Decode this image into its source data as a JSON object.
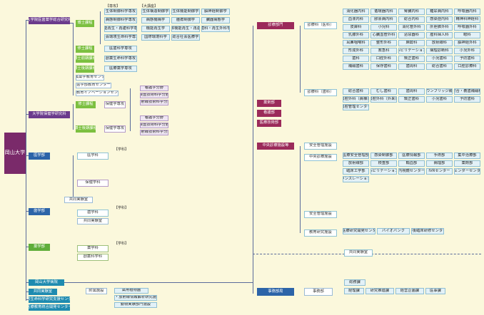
{
  "root": "岡山大学",
  "grad_med": "大学院医歯薬学総合研究科",
  "grad_health": "大学院保健学研究科",
  "med_school": "医学部",
  "dental_school": "歯学部",
  "pharm_school": "薬学部",
  "hospital": "岡山大学病院",
  "joint_lab": "共同実験室",
  "institute": "附属施設",
  "research_center": "自然生命科学研究支援センター",
  "drug_center": "医療教育統合開発センター",
  "label_senkou": "【専攻】",
  "label_daikouza": "【大講座】",
  "label_gakka": "【学科】",
  "doctor_course": "博士課程",
  "master_course": "修士課程",
  "doctor_early": "博士前期課程",
  "doctor_late": "博士後期課程",
  "grad_majors": [
    "生体制御科学専攻",
    "病態制御科学専攻",
    "機能再生・再建科学専攻",
    "社会環境生命科学専攻"
  ],
  "grad_chairs_1": [
    "生体構造制御学",
    "生体機能制御学",
    "脳神経制御学"
  ],
  "grad_chairs_2": [
    "病態機構学",
    "腫瘍制御学",
    "臓器病態学"
  ],
  "grad_chairs_3": [
    "機能再生学",
    "生体機能再生・再建学",
    "歯科・再生外科学"
  ],
  "grad_chairs_4": [
    "国際環境科学",
    "総合社会医療学"
  ],
  "master_major": "医歯科学専攻",
  "pharm_major_early": "創薬生命科学専攻",
  "pharm_major_late": "医療薬学専攻",
  "med_edu_center": "附属薬学教育センター",
  "dental_center": "歯学部教育センター",
  "dental_innovation": "歯学教育イノベーションセンター",
  "health_courses": [
    "看護学分野",
    "検査技術科学分野",
    "放射線技術科学分野",
    "看護学分野",
    "検査技術科学分野",
    "放射線技術科学分野"
  ],
  "health_major": "保健学専攻",
  "med_depts": [
    "医学科",
    "保健学科"
  ],
  "dental_dept": "歯学科",
  "pharm_depts": [
    "薬学科",
    "創薬科学科"
  ],
  "hospital_depts": [
    "診療部門",
    "薬剤部",
    "看護部",
    "医療技術部",
    "中央診療施設等"
  ],
  "clinical_internal": "診療科（医科）",
  "clinical_dental": "診療科（歯科）",
  "safety": "安全管理施設",
  "central_clinic": "中央診療施設",
  "joint_research": "教育研究施設",
  "affiliated": "共同実験室",
  "admin_office": "事務部局",
  "admin": "事務部",
  "general_affairs": "総務課",
  "admin_sections": [
    "経理課",
    "研究推進課",
    "経営企画課",
    "医事課"
  ],
  "med_cells": [
    [
      "消化器内科",
      "循環器内科",
      "腎臓内科",
      "糖尿病内科",
      "呼吸器内科",
      "血液内科",
      "膠原病内科",
      "総合内科",
      "感染症内科",
      "精神科神経科"
    ],
    [
      "皮膚科",
      "小児科",
      "消化管外科",
      "肝胆膵外科",
      "呼吸器外科",
      "乳腺外科",
      "心臓血管外科",
      "泌尿器科",
      "産科婦人科",
      "眼科"
    ],
    [
      "耳鼻咽喉科",
      "整形外科",
      "麻酔科",
      "放射線科",
      "脳神経外科",
      "形成外科",
      "救急科",
      "リハビリテーション科",
      "病理診断科",
      "小児外科"
    ],
    [
      "歯科",
      "口腔外科",
      "矯正歯科",
      "小児歯科",
      "予防歯科",
      "補綴歯科",
      "保存歯科",
      "歯周科",
      "総合歯科",
      "口腔診療科"
    ]
  ],
  "dental_cells": [
    "総合歯科",
    "むし歯科",
    "歯周科",
    "クラウンブリッジ補綴科",
    "咬合・義歯補綴科",
    "口腔外科（病棟）",
    "口腔外科（外来）",
    "矯正歯科",
    "小児歯科",
    "予防歯科",
    "口腔管理センター"
  ],
  "central_cells": [
    "医療安全管理部",
    "感染制御部",
    "医療情報部",
    "手術部",
    "集中治療部",
    "放射線部",
    "検査部",
    "輸血部",
    "病理部",
    "薬剤部",
    "臨床工学部",
    "リハビリテーション部",
    "内視鏡センター",
    "IVRセンター",
    "ジェンダーセンター",
    "トランスレーショナル"
  ],
  "edu_cells": [
    "新医療研究開発センター",
    "バイオバンク",
    "卒後臨床研修センター"
  ],
  "inst_cells": [
    "薬用植物園",
    "光・放射線情報解析研究施設",
    "動物資源部門",
    "動物実験部門施設"
  ]
}
